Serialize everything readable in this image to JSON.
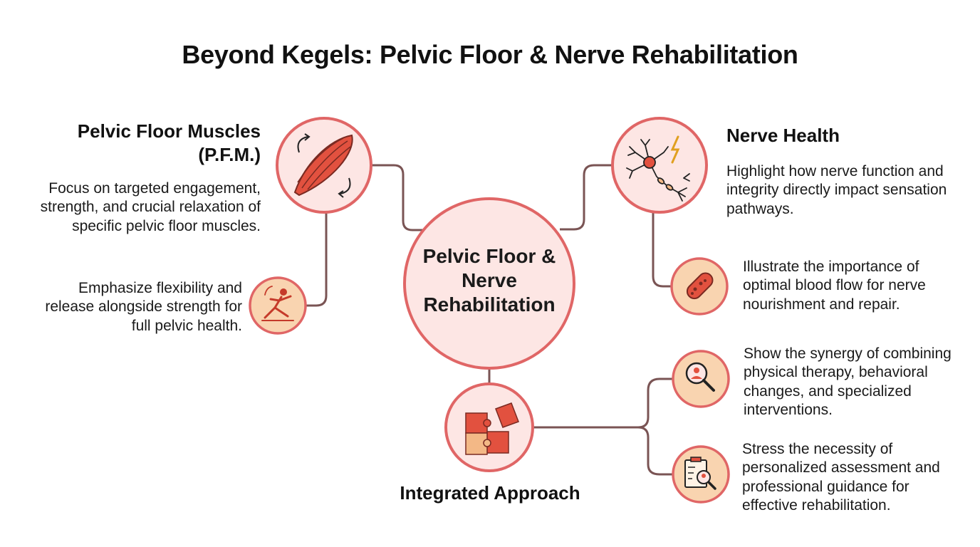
{
  "title": "Beyond Kegels: Pelvic Floor & Nerve Rehabilitation",
  "center": {
    "lines": [
      "Pelvic Floor &",
      "Nerve",
      "Rehabilitation"
    ]
  },
  "pfm": {
    "heading_line1": "Pelvic Floor Muscles",
    "heading_line2": "(P.F.M.)",
    "text": "Focus on targeted engagement, strength, and crucial relaxation of specific pelvic floor muscles.",
    "icon": "muscle-icon"
  },
  "flexibility": {
    "text": "Emphasize flexibility and release alongside strength for full pelvic health.",
    "icon": "stretching-figure-icon"
  },
  "nerve": {
    "heading": "Nerve Health",
    "text": "Highlight how nerve function and integrity directly impact sensation pathways.",
    "icon": "neuron-icon"
  },
  "blood": {
    "text": "Illustrate the importance of optimal blood flow for nerve nourishment and repair.",
    "icon": "blood-vessel-icon"
  },
  "integrated": {
    "heading": "Integrated Approach",
    "icon": "puzzle-icon"
  },
  "synergy": {
    "text": "Show the synergy of combining physical therapy, behavioral changes, and specialized interventions.",
    "icon": "magnifier-person-icon"
  },
  "assessment": {
    "text": "Stress the necessity of personalized assessment and professional guidance for effective rehabilitation.",
    "icon": "clipboard-assessment-icon"
  },
  "colors": {
    "circle_border": "#e06666",
    "circle_fill_center": "#fde6e4",
    "circle_fill_small": "#f9d4b0",
    "connector": "#7a5454",
    "icon_red": "#e2513f",
    "icon_peach": "#f3b886"
  }
}
